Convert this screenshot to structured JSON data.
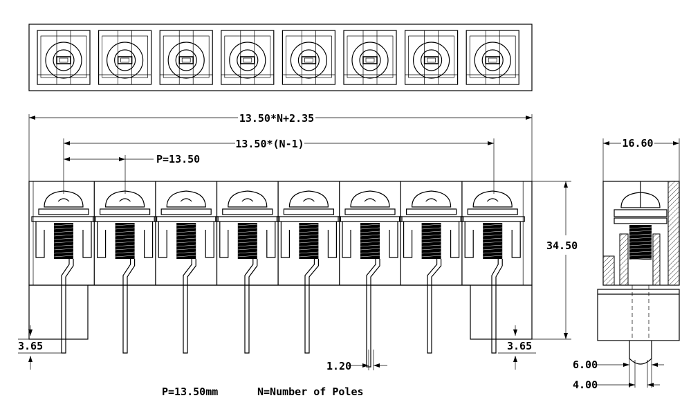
{
  "dimensions": {
    "overall_length": "13.50*N+2.35",
    "pitch_span": "13.50*(N-1)",
    "pitch": "P=13.50",
    "height": "34.50",
    "side_width": "16.60",
    "left_pin_offset": "3.65",
    "right_pin_offset": "3.65",
    "pin_thickness": "1.20",
    "side_dim_a": "6.00",
    "side_dim_b": "4.00"
  },
  "legend": {
    "pitch_note": "P=13.50mm",
    "poles_note": "N=Number of Poles"
  },
  "poles_shown": 8
}
